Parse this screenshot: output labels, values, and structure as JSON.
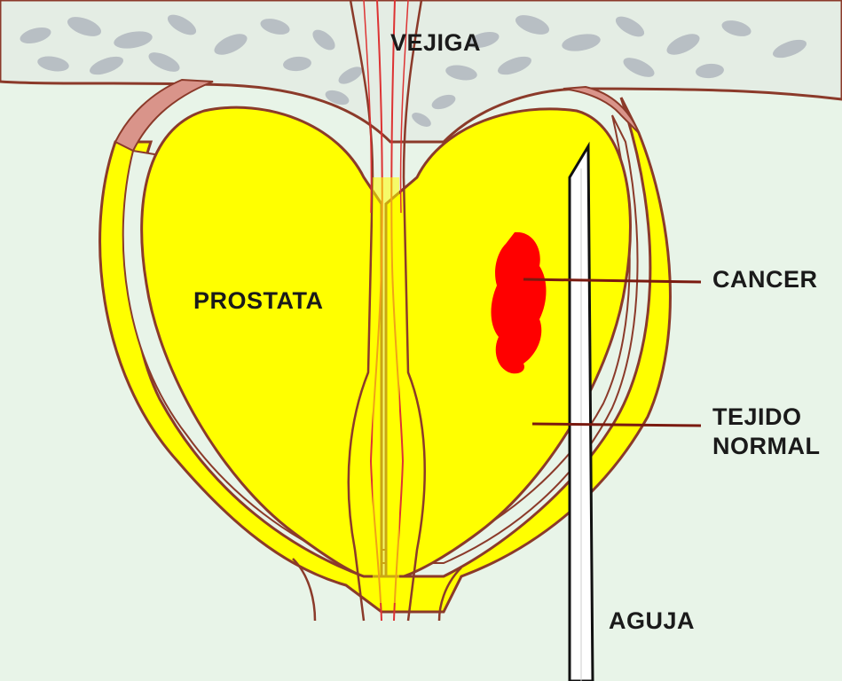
{
  "labels": {
    "bladder": "VEJIGA",
    "prostate": "PROSTATA",
    "cancer": "CANCER",
    "normal_tissue_line1": "TEJIDO",
    "normal_tissue_line2": "NORMAL",
    "needle": "AGUJA"
  },
  "colors": {
    "background": "#e8f4e8",
    "bladder_wall": "#e4ede4",
    "bladder_stones": "#b8bfc4",
    "prostate_fill": "#ffff00",
    "outline": "#8b3a2a",
    "capsule_gap": "#e8f4e8",
    "cap_pink": "#d9948a",
    "cancer": "#ff0000",
    "needle_fill": "#ffffff",
    "needle_outline": "#111111",
    "pointer_line": "#7a1a10"
  }
}
